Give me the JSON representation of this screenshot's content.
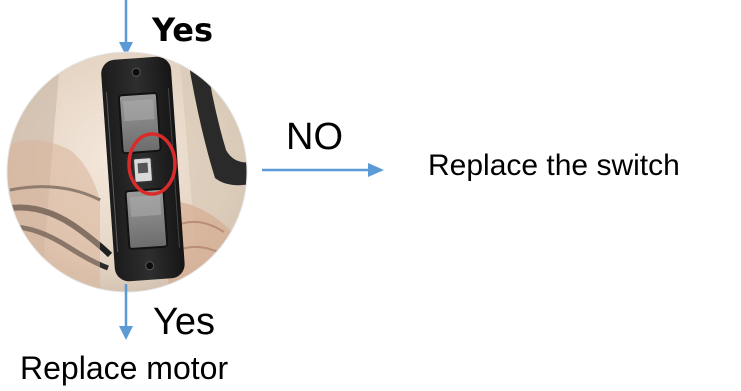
{
  "steps": {
    "top_answer": "Yes",
    "side_answer": "NO",
    "side_action": "Replace the switch",
    "bottom_answer": "Yes",
    "bottom_action": "Replace motor"
  },
  "icons": {
    "photo": "switch-panel-photo",
    "highlight": "red-circle-highlight",
    "arrows": "arrow-icon"
  },
  "colors": {
    "arrow": "#5b9bd5",
    "highlight": "#d92b2b",
    "text": "#000000",
    "background": "#ffffff"
  }
}
